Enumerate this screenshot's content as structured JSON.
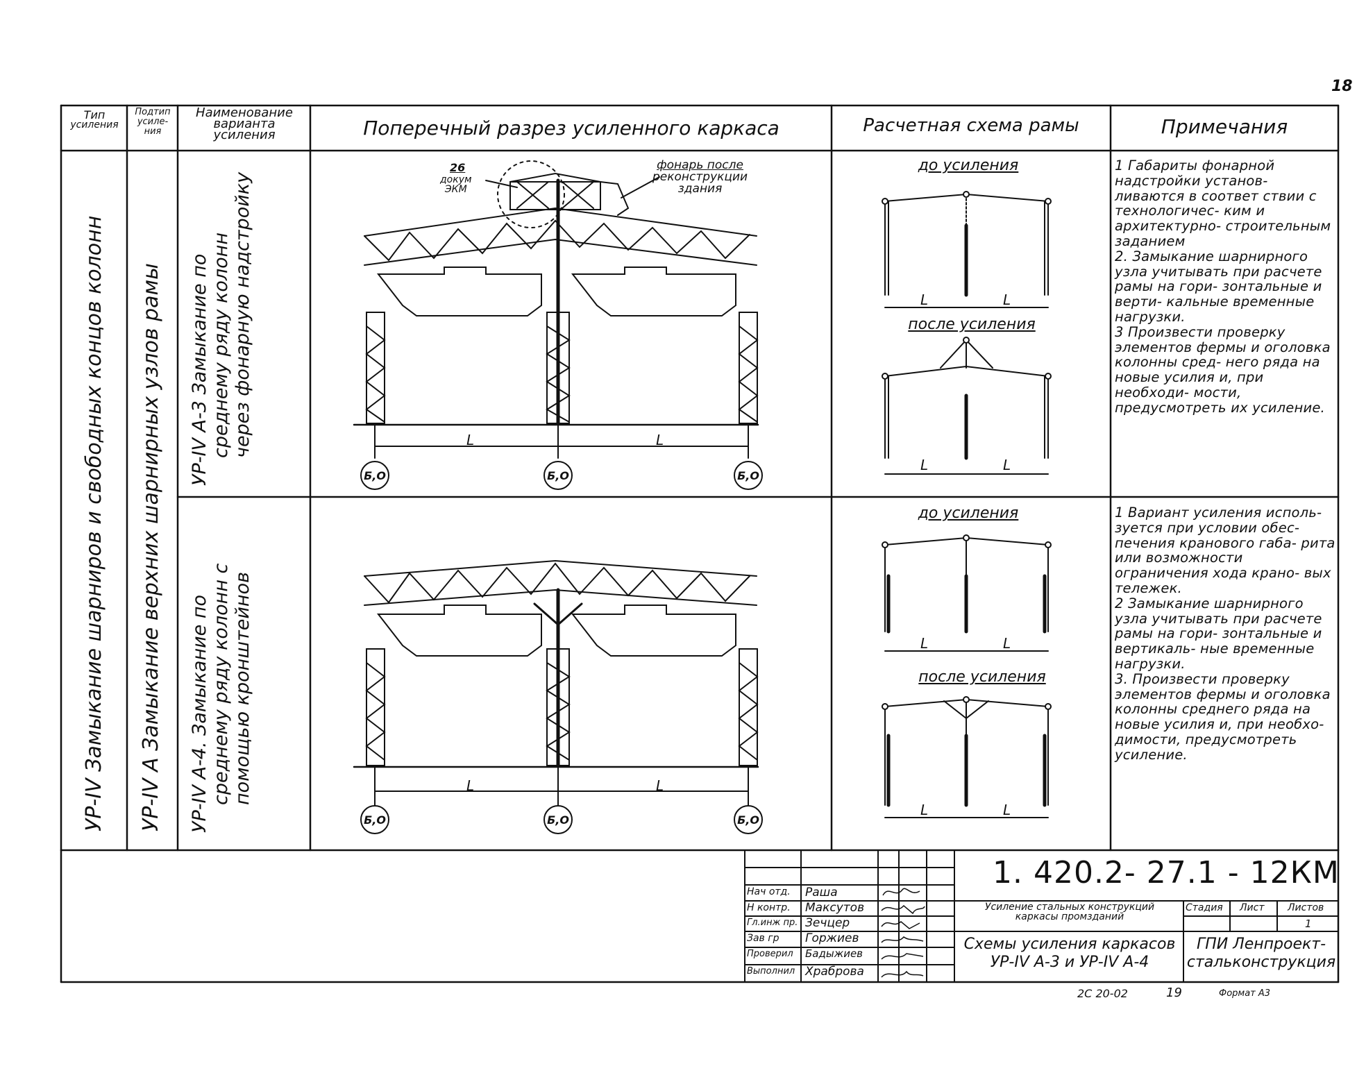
{
  "page_number": "18",
  "header": {
    "type": [
      "Тип",
      "усиления"
    ],
    "subtype": [
      "Подтип",
      "усиле-",
      "ния"
    ],
    "variant_name": [
      "Наименование",
      "варианта",
      "усиления"
    ],
    "cross_section": "Поперечный разрез усиленного каркаса",
    "calc_scheme": "Расчетная схема рамы",
    "notes": "Примечания"
  },
  "type_column": "УР-IV   Замыкание шарниров и свободных концов колонн",
  "subtype_column": "УР-IV А   Замыкание верхних шарнирных узлов рамы",
  "rows": [
    {
      "variant": [
        "УР-IV А-3  Замыкание по",
        "среднему ряду колонн",
        "через фонарную надстройку"
      ],
      "section_labels": {
        "ref_num": "26",
        "ref_doc": [
          "докум",
          "ЭКМ"
        ],
        "lantern": [
          "фонарь после",
          "реконструкции",
          "здания"
        ],
        "span": "L",
        "axis": "Б,О"
      },
      "scheme": {
        "before": "до усиления",
        "after": "после усиления",
        "span": "L"
      },
      "notes": [
        "1 Габариты фонарной надстройки установ- ливаются в соответ ствии с технологичес- ким и архитектурно- строительным заданием",
        "2. Замыкание шарнирного узла учитывать при расчете рамы на гори- зонтальные и верти- кальные временные нагрузки.",
        "3 Произвести проверку элементов фермы и оголовка колонны сред- него ряда на новые усилия и, при необходи- мости, предусмотреть их усиление."
      ]
    },
    {
      "variant": [
        "УР-IV А-4. Замыкание по",
        "среднему ряду колонн с",
        "помощью кронштейнов"
      ],
      "section_labels": {
        "span": "L",
        "axis": "Б,О"
      },
      "scheme": {
        "before": "до усиления",
        "after": "после усиления",
        "span": "L"
      },
      "notes": [
        "1 Вариант усиления исполь- зуется при условии обес- печения кранового габа- рита или возможности ограничения хода крано- вых тележек.",
        "2 Замыкание шарнирного узла учитывать при расчете рамы на гори- зонтальные и вертикаль- ные временные нагрузки.",
        "3. Произвести проверку элементов фермы и оголовка колонны среднего ряда на новые усилия и, при необхо- димости, предусмотреть усиление."
      ]
    }
  ],
  "title_block": {
    "doc_code": "1. 420.2- 27.1 - 12КМ",
    "roles": [
      "Нач отд.",
      "Н контр.",
      "Гл.инж пр.",
      "Зав гр",
      "Проверил",
      "Выполнил"
    ],
    "names": [
      "Раша",
      "Максутов",
      "Зечцер",
      "Горжиев",
      "Бадыжиев",
      "Храброва"
    ],
    "subject": [
      "Усиление стальных конструкций",
      "каркасы промзданий"
    ],
    "stage_header": "Стадия",
    "sheet_header": "Лист",
    "sheets_header": "Листов",
    "sheets_value": "1",
    "sheet_title": [
      "Схемы усиления каркасов",
      "УР-IV А-3 и УР-IV А-4"
    ],
    "organization": [
      "ГПИ Ленпроект-",
      "стальконструкция"
    ],
    "footer_code": "2С 20-02",
    "footer_num": "19",
    "format": "Формат А3"
  }
}
